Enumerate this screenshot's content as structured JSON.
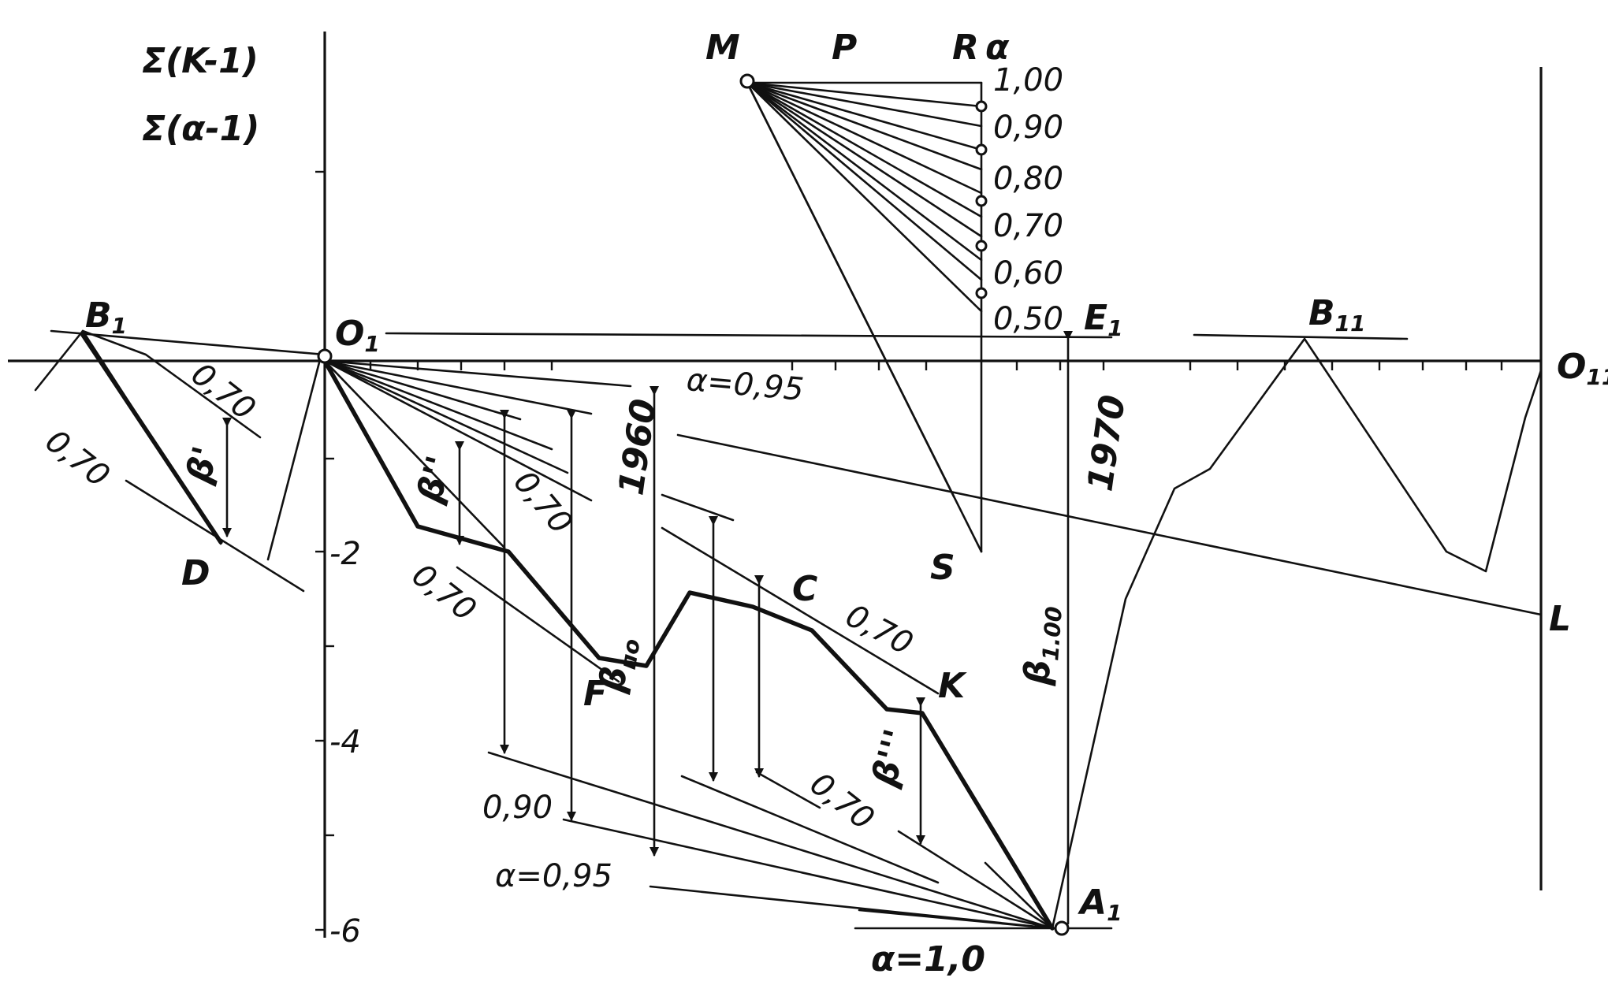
{
  "axis": {
    "title_line1": "Σ(K-1)",
    "title_line2": "Σ(α-1)",
    "tick_labels": [
      "-2",
      "-4",
      "-6"
    ]
  },
  "points": {
    "B1": "B",
    "B1_sub": "1",
    "O1": "O",
    "O1_sub": "1",
    "D": "D",
    "F": "F",
    "C": "C",
    "K": "K",
    "A1": "A",
    "A1_sub": "1",
    "E1": "E",
    "E1_sub": "1",
    "B11": "B",
    "B11_sub": "11",
    "O11": "O",
    "O11_sub": "11",
    "L": "L",
    "M": "M",
    "P": "P",
    "R": "R",
    "S": "S"
  },
  "alpha_header": "α",
  "alpha_scale": [
    "1,00",
    "0,90",
    "0,80",
    "0,70",
    "0,60",
    "0,50"
  ],
  "annotations": {
    "a070_top_left": "0,70",
    "a070_left": "0,70",
    "a070_mid1": "0,70",
    "a070_mid2": "0,70",
    "a070_right1": "0,70",
    "a070_right2": "0,70",
    "a090": "0,90",
    "alpha095_bottom": "α=0,95",
    "alpha095_top": "α=0,95",
    "alpha10": "α=1,0",
    "y1960": "1960",
    "y1970": "1970",
    "beta1": "β'",
    "beta2": "β''",
    "beta3": "β'''",
    "beta_no": "β",
    "beta_no_sub": "по",
    "beta100": "β",
    "beta100_sub": "1.00"
  }
}
